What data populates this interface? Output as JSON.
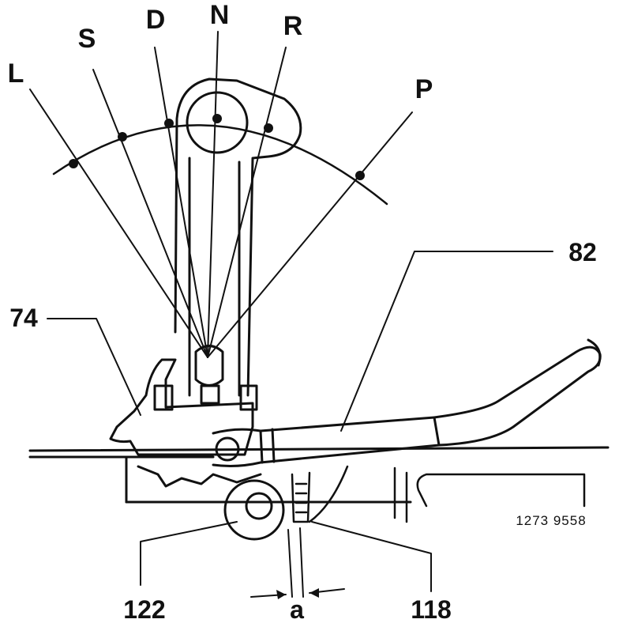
{
  "selector_positions": [
    "L",
    "S",
    "D",
    "N",
    "R",
    "P"
  ],
  "callouts": {
    "lever": "74",
    "cable": "82",
    "pin": "122",
    "detent": "118",
    "gap": "a"
  },
  "figure_code": "1273 9558"
}
